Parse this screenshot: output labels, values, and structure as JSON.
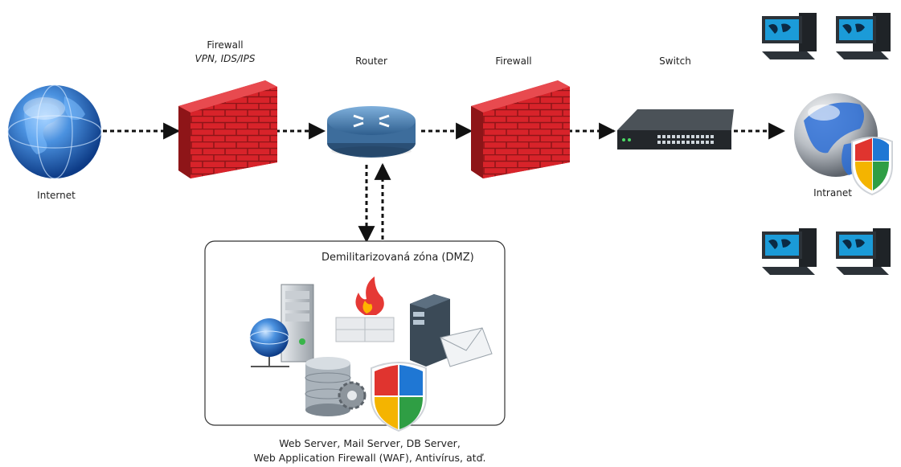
{
  "nodes": {
    "internet": {
      "label": "Internet"
    },
    "firewall_outer": {
      "label": "Firewall",
      "sublabel": "VPN, IDS/IPS"
    },
    "router": {
      "label": "Router"
    },
    "firewall_inner": {
      "label": "Firewall"
    },
    "switch": {
      "label": "Switch"
    },
    "intranet": {
      "label": "Intranet"
    }
  },
  "dmz": {
    "title": "Demilitarizovaná zóna (DMZ)",
    "caption_line1": "Web Server, Mail Server, DB Server,",
    "caption_line2": "Web Application Firewall (WAF), Antivírus, atď."
  },
  "colors": {
    "brick": "#d8232a",
    "mortar": "#9c1b1f",
    "globe": "#2a6fc9",
    "router": "#4a7fb0",
    "switch": "#2e3338"
  }
}
